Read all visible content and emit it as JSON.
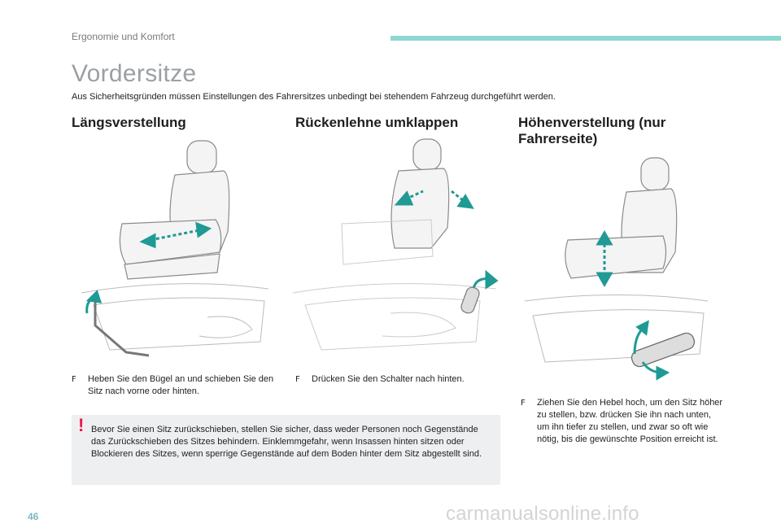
{
  "header": {
    "section": "Ergonomie und Komfort",
    "title": "Vordersitze",
    "intro": "Aus Sicherheitsgründen müssen Einstellungen des Fahrersitzes unbedingt bei stehendem Fahrzeug durchgeführt werden."
  },
  "columns": [
    {
      "title": "Längsverstellung",
      "bullet_mark": "F",
      "text": "Heben Sie den Bügel an und schieben Sie den Sitz nach vorne oder hinten."
    },
    {
      "title": "Rückenlehne umklappen",
      "bullet_mark": "F",
      "text": "Drücken Sie den Schalter nach hinten."
    },
    {
      "title": "Höhenverstellung (nur Fahrerseite)",
      "bullet_mark": "F",
      "text": "Ziehen Sie den Hebel hoch, um den Sitz höher zu stellen, bzw. drücken Sie ihn nach unten, um ihn tiefer zu stellen, und zwar so oft wie nötig, bis die gewünschte Position erreicht ist."
    }
  ],
  "warning": {
    "icon": "!",
    "text": "Bevor Sie einen Sitz zurückschieben, stellen Sie sicher, dass weder Personen noch Gegenstände das Zurückschieben des Sitzes behindern. Einklemmgefahr, wenn Insassen hinten sitzen oder Blockieren des Sitzes, wenn sperrige Gegenstände auf dem Boden hinter dem Sitz abgestellt sind."
  },
  "footer": {
    "page_number": "46",
    "watermark": "carmanualsonline.info"
  },
  "colors": {
    "accent": "#8fd8d2",
    "arrow": "#1f9a95",
    "warning": "#e8174e",
    "warning_bg": "#eeeff0"
  }
}
